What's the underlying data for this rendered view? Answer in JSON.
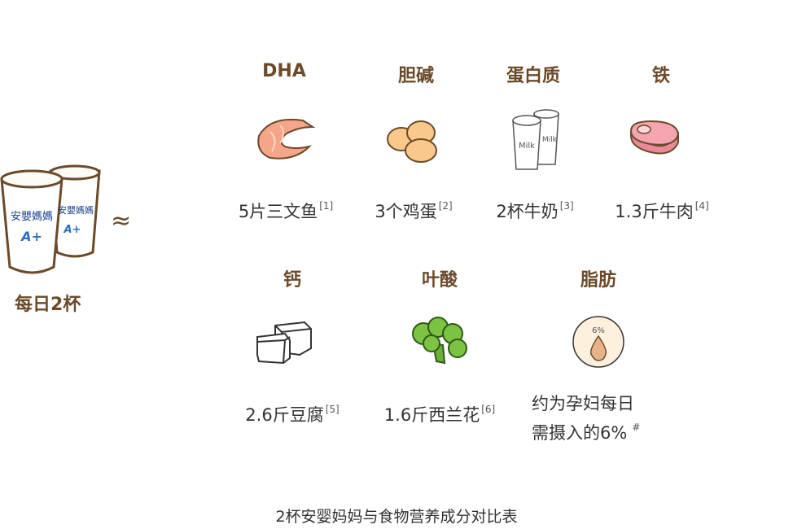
{
  "left": {
    "brand": "安嬰媽媽",
    "brand_mark": "A+",
    "caption": "每日2杯",
    "approx": "≈"
  },
  "items": [
    {
      "title": "DHA",
      "label": "5片三文鱼",
      "ref": "[1]",
      "icon": "salmon-icon"
    },
    {
      "title": "胆碱",
      "label": "3个鸡蛋",
      "ref": "[2]",
      "icon": "eggs-icon"
    },
    {
      "title": "蛋白质",
      "label": "2杯牛奶",
      "ref": "[3]",
      "icon": "milk-icon",
      "icon_text": "Milk"
    },
    {
      "title": "铁",
      "label": "1.3斤牛肉",
      "ref": "[4]",
      "icon": "beef-icon"
    },
    {
      "title": "钙",
      "label": "2.6斤豆腐",
      "ref": "[5]",
      "icon": "tofu-icon"
    },
    {
      "title": "叶酸",
      "label": "1.6斤西兰花",
      "ref": "[6]",
      "icon": "broccoli-icon"
    },
    {
      "title": "脂肪",
      "label_line1": "约为孕妇每日",
      "label_line2": "需摄入的6%",
      "ref": "#",
      "icon": "oil-drop-icon",
      "icon_text": "6%"
    }
  ],
  "caption": "2杯安婴妈妈与食物营养成分对比表",
  "colors": {
    "title": "#6b4a2a",
    "text": "#333333",
    "outline": "#6b4a2a"
  }
}
